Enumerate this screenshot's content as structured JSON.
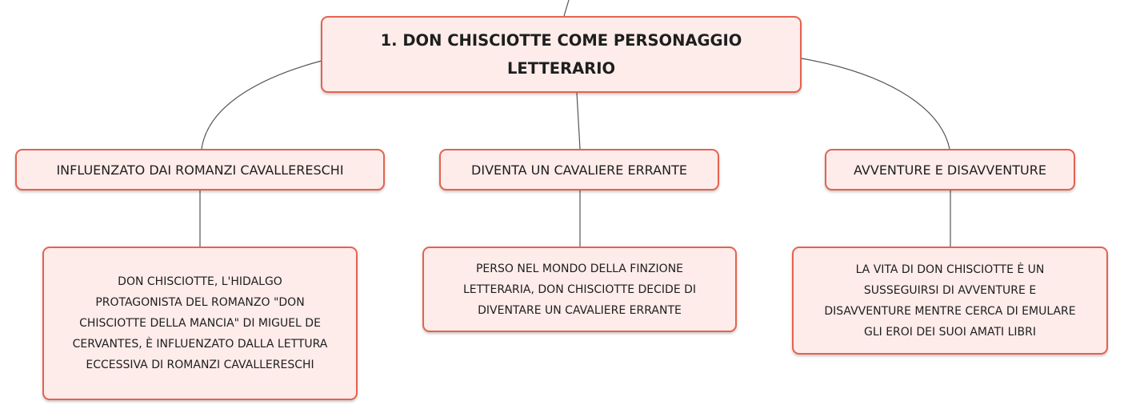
{
  "mindmap": {
    "root": {
      "title_line1": "1. DON CHISCIOTTE COME PERSONAGGIO",
      "title_line2": "LETTERARIO"
    },
    "branches": [
      {
        "label": "INFLUENZATO DAI ROMANZI CAVALLERESCHI",
        "detail": [
          "DON CHISCIOTTE, L'HIDALGO",
          "PROTAGONISTA DEL ROMANZO \"DON",
          "CHISCIOTTE DELLA MANCIA\" DI MIGUEL DE",
          "CERVANTES, È INFLUENZATO DALLA LETTURA",
          "ECCESSIVA DI ROMANZI CAVALLERESCHI"
        ]
      },
      {
        "label": "DIVENTA UN CAVALIERE ERRANTE",
        "detail": [
          "PERSO NEL MONDO DELLA FINZIONE",
          "LETTERARIA, DON CHISCIOTTE DECIDE DI",
          "DIVENTARE UN CAVALIERE ERRANTE"
        ]
      },
      {
        "label": "AVVENTURE E DISAVVENTURE",
        "detail": [
          "LA VITA DI DON CHISCIOTTE È UN",
          "SUSSEGUIRSI DI AVVENTURE E",
          "DISAVVENTURE MENTRE CERCA DI EMULARE",
          "GLI EROI DEI SUOI AMATI LIBRI"
        ]
      }
    ]
  },
  "colors": {
    "node_fill": "#fdecea",
    "node_border": "#e5624f",
    "connector": "#555555",
    "text": "#1e1e1e"
  }
}
